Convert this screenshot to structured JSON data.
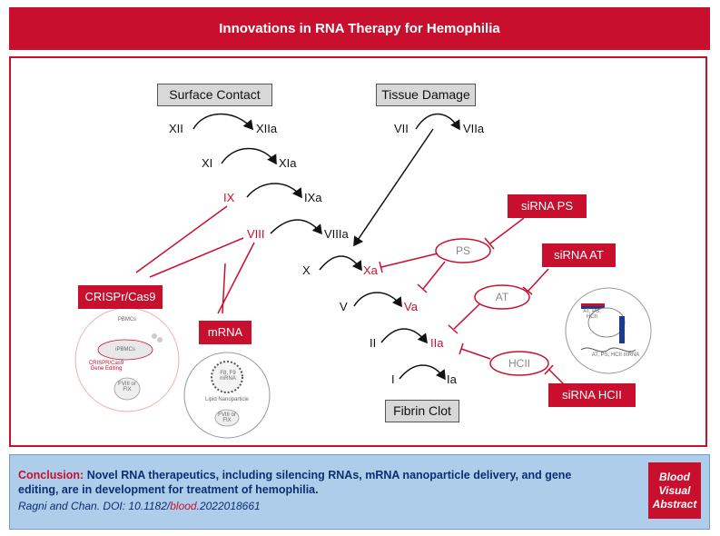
{
  "title": "Innovations in RNA Therapy for Hemophilia",
  "triggers": {
    "surface_contact": "Surface Contact",
    "tissue_damage": "Tissue Damage"
  },
  "factors": {
    "xii": "XII",
    "xiia": "XIIa",
    "xi": "XI",
    "xia": "XIa",
    "ix": "IX",
    "ixa": "IXa",
    "viii": "VIII",
    "viiia": "VIIIa",
    "vii": "VII",
    "viia": "VIIa",
    "x": "X",
    "xa": "Xa",
    "v": "V",
    "va": "Va",
    "ii": "II",
    "iia": "IIa",
    "i": "I",
    "ia": "Ia"
  },
  "fibrin_clot": "Fibrin Clot",
  "therapies": {
    "crispr": "CRISPr/Cas9",
    "mrna": "mRNA",
    "sirna_ps": "siRNA PS",
    "sirna_at": "siRNA AT",
    "sirna_hcii": "siRNA HCII"
  },
  "inhibitors": {
    "ps": "PS",
    "at": "AT",
    "hcii": "HCII"
  },
  "crispr_illustration": {
    "pbmcs": "PBMCs",
    "ipbmcs": "iPBMCs",
    "gene_editing": "CRISPR/Cas9 Gene Editing",
    "output": "FVIII or FIX"
  },
  "mrna_illustration": {
    "mrna_label": "F8, F9 mRNA",
    "nanoparticle": "Lipid Nanoparticle",
    "output": "FVIII or FIX"
  },
  "sirna_illustration": {
    "targets": "AT, PS, HCII",
    "mrna_label": "AT, PS, HCII mRNA"
  },
  "conclusion": {
    "lead": "Conclusion:",
    "text": " Novel RNA therapeutics, including silencing RNAs, mRNA nanoparticle delivery, and gene editing, are in development for treatment of hemophilia."
  },
  "citation": {
    "authors": "Ragni and Chan. DOI: 10.1182/",
    "journal": "blood",
    "suffix": ".2022018661"
  },
  "badge": {
    "line1": "Blood",
    "line2": "Visual",
    "line3": "Abstract"
  },
  "colors": {
    "brand_red": "#c8102e",
    "panel_blue": "#aecdea",
    "text_navy": "#0d2e72"
  }
}
